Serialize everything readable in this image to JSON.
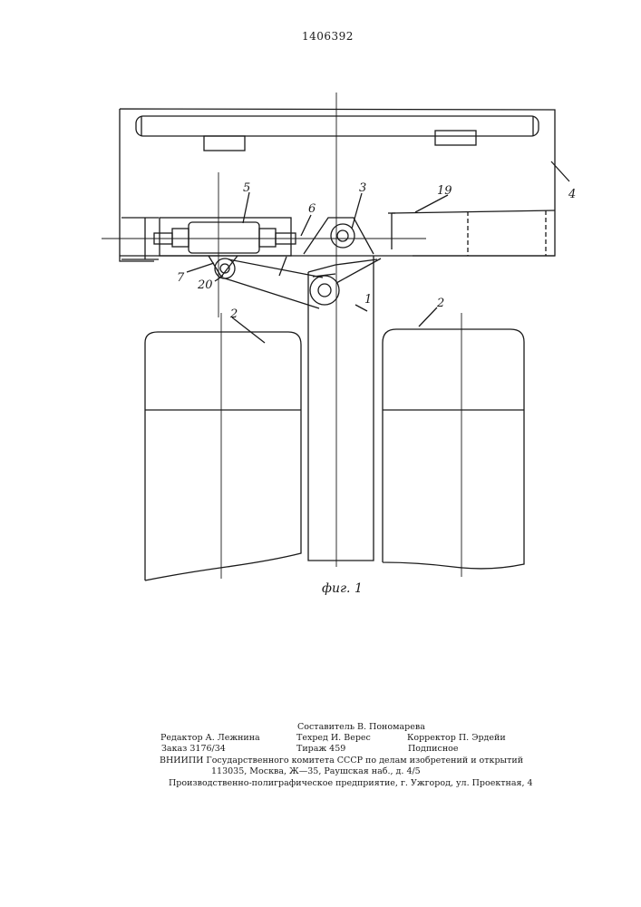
{
  "patent_number": "1406392",
  "figure": {
    "caption": "фиг. 1",
    "labels": {
      "n1": "1",
      "n2a": "2",
      "n2b": "2",
      "n3": "3",
      "n4": "4",
      "n5": "5",
      "n6": "6",
      "n7": "7",
      "n19": "19",
      "n20": "20"
    }
  },
  "imprint": {
    "compiler": "Составитель В. Пономарева",
    "editor": "Редактор А. Лежнина",
    "techred": "Техред И. Верес",
    "corrector": "Корректор П. Эрдейи",
    "order": "Заказ 3176/34",
    "circulation": "Тираж 459",
    "subscription": "Подписное",
    "institute": "ВНИИПИ Государственного комитета СССР по делам изобретений и открытий",
    "address": "113035, Москва, Ж—35, Раушская наб., д. 4/5",
    "printer": "Производственно-полиграфическое предприятие, г. Ужгород, ул. Проектная, 4"
  }
}
